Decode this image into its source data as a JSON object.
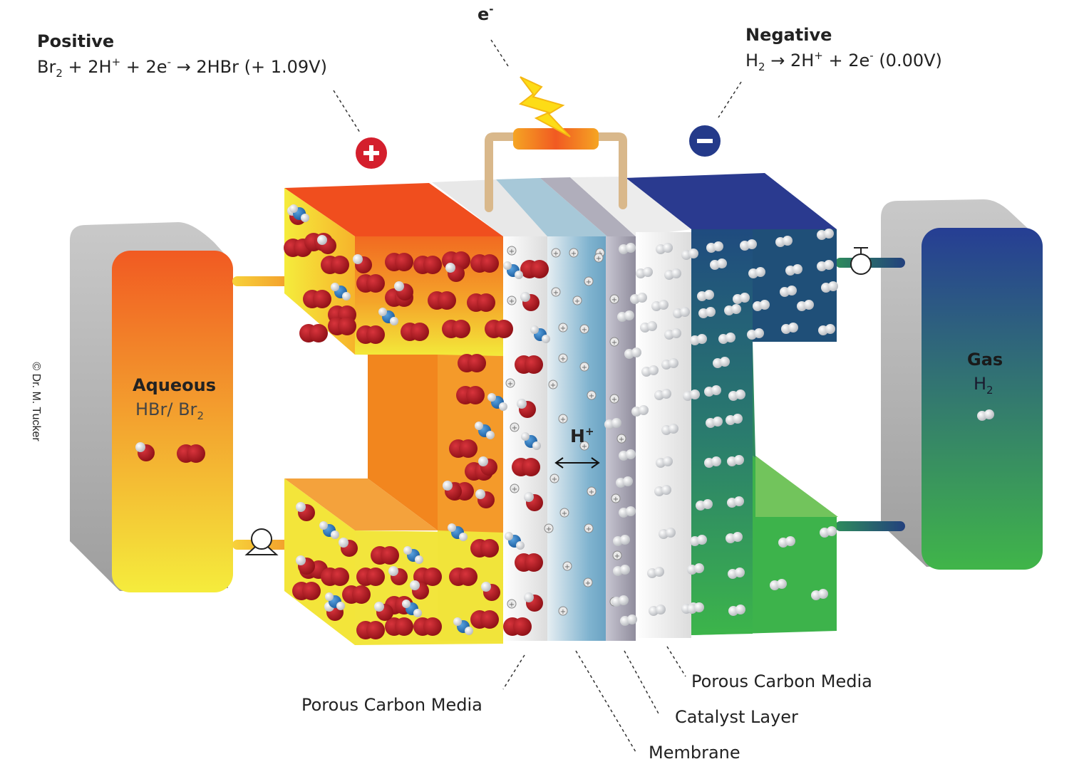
{
  "positive": {
    "title": "Positive",
    "eq": {
      "p1": "Br",
      "s1": "2",
      "p2": " + 2H",
      "sup1": "+",
      "p3": " + 2e",
      "sup2": "-",
      "p4": " → 2HBr (+ 1.09V)"
    }
  },
  "negative": {
    "title": "Negative",
    "eq": {
      "p1": "H",
      "s1": "2",
      "p2": " → 2H",
      "sup1": "+",
      "p3": " + 2e",
      "sup2": "-",
      "p4": " (0.00V)"
    }
  },
  "electron": {
    "base": "e",
    "sup": "-"
  },
  "proton": {
    "base": "H",
    "sup": "+"
  },
  "aqueous_tank": {
    "title": "Aqueous",
    "l1": "HBr/ Br",
    "s1": "2"
  },
  "gas_tank": {
    "title": "Gas",
    "l1": "H",
    "s1": "2"
  },
  "layers": {
    "left_media": "Porous Carbon Media",
    "right_media": "Porous Carbon Media",
    "catalyst": "Catalyst Layer",
    "membrane": "Membrane"
  },
  "copyright": "© Dr. M. Tucker",
  "colors": {
    "positive_electrode": "#d41f2d",
    "negative_electrode": "#243a8a",
    "orange": "#f05a22",
    "yellow": "#f2ea3c",
    "green": "#3fb54a",
    "navy": "#2a3a8f"
  }
}
